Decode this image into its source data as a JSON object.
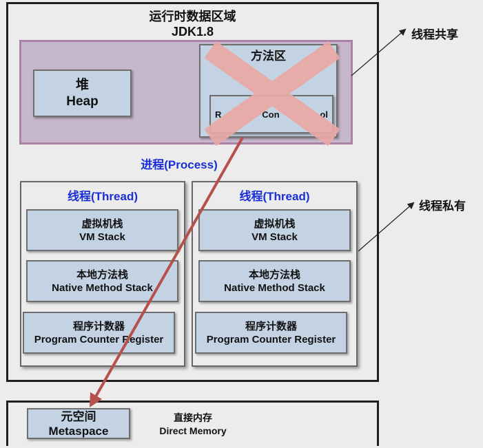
{
  "runtime_area": {
    "title": "运行时数据区域",
    "version": "JDK1.8"
  },
  "heap": {
    "zh": "堆",
    "en": "Heap"
  },
  "method_area": {
    "zh": "方法区",
    "en_fragment": "R",
    "pool_fragment": "Con",
    "pool_tail": "ol"
  },
  "process_label": "进程(Process)",
  "threads": [
    {
      "title": "线程(Thread)",
      "vm_stack": {
        "zh": "虚拟机栈",
        "en": "VM Stack"
      },
      "native_stack": {
        "zh": "本地方法栈",
        "en": "Native Method Stack"
      },
      "pc_register": {
        "zh": "程序计数器",
        "en": "Program Counter Register"
      }
    },
    {
      "title": "线程(Thread)",
      "vm_stack": {
        "zh": "虚拟机栈",
        "en": "VM Stack"
      },
      "native_stack": {
        "zh": "本地方法栈",
        "en": "Native Method Stack"
      },
      "pc_register": {
        "zh": "程序计数器",
        "en": "Program Counter Register"
      }
    }
  ],
  "annotations": {
    "thread_shared": "线程共享",
    "thread_private": "线程私有"
  },
  "metaspace": {
    "zh": "元空间",
    "en": "Metaspace"
  },
  "direct_memory": {
    "zh": "直接内存",
    "en": "Direct Memory"
  },
  "colors": {
    "cross": "#e8a9a6",
    "arrow": "#b5504c",
    "thread_title": "#1a2fd6",
    "shared_fill": "#c7b7cc",
    "box_fill": "#c4d3e4"
  }
}
